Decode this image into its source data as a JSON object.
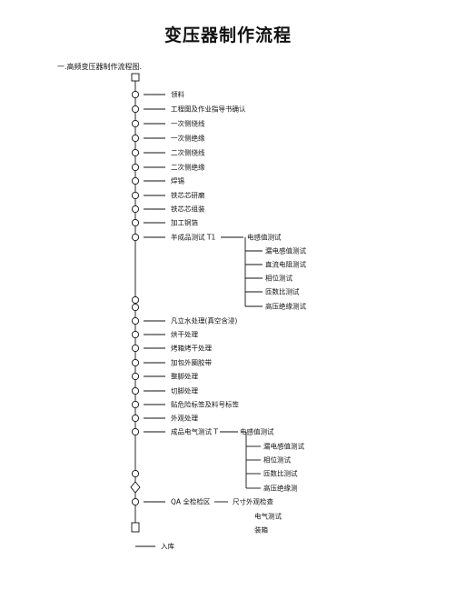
{
  "title": "变压器制作流程",
  "subtitle": "一.高频变压器制作流程图.",
  "main_steps": [
    "领料",
    "工程图及作业指导书确认",
    "一次侧绕线",
    "一次侧绝缘",
    "二次侧绕线",
    "二次侧绝缘",
    "焊锡",
    "铁芯芯研磨",
    "铁芯芯组装",
    "加工铜箔",
    "半成品测试 T1",
    "凡立水处理(真空含浸)",
    "烘干处理",
    "烤箱烤干处理",
    "加包外圈胶带",
    "整脚处理",
    "切脚处理",
    "贴危险标签及料号标签",
    "外观处理",
    "成品电气测试 T",
    "QA 全检检区",
    "入库"
  ],
  "t1_tests": [
    "电感值测试",
    "漏电感值测试",
    "直流电阻测试",
    "相位测试",
    "匝数比测试",
    "高压绝缘测试"
  ],
  "t_tests": [
    "电感值测试",
    "漏电感值测试",
    "相位测试",
    "匝数比测试",
    "高压绝缘测"
  ],
  "qa_checks": [
    "尺寸外观检查",
    "电气测试",
    "装箱"
  ]
}
